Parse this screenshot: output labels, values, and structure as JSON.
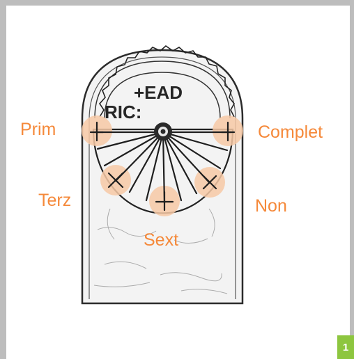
{
  "labels": {
    "prim": "Prim",
    "complet": "Complet",
    "terz": "Terz",
    "non": "Non",
    "sext": "Sext"
  },
  "inscription": {
    "line1": "+EAD",
    "line2": "RIC:"
  },
  "badge": "1",
  "colors": {
    "accent": "#f5893a",
    "highlight": "#f7c9a6",
    "badge": "#8dc63f",
    "frame": "#bdbdbd"
  }
}
